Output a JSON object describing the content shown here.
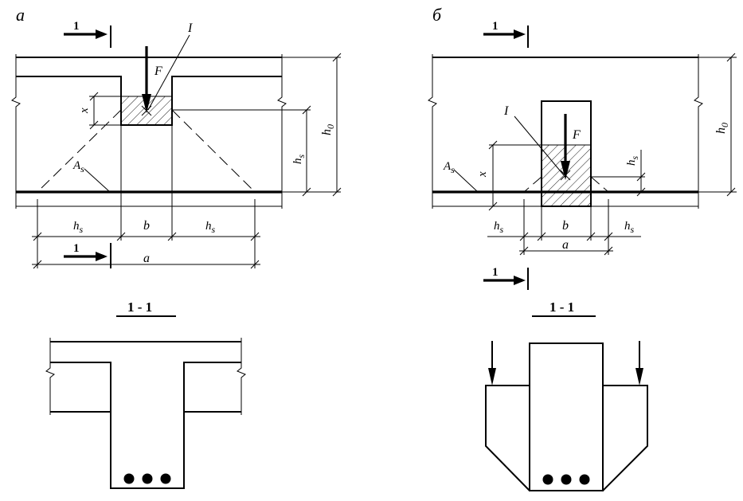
{
  "panels": {
    "a": {
      "letter": "a",
      "section_mark": "1",
      "section_title": "1 - 1",
      "point_label": "I",
      "force": "F",
      "dims": {
        "x": "x",
        "h0_main": "h",
        "h0_sub": "0",
        "hs_main": "h",
        "hs_sub": "s",
        "As_main": "A",
        "As_sub": "s",
        "b": "b",
        "a": "a"
      }
    },
    "b": {
      "letter": "б",
      "section_mark": "1",
      "section_title": "1 - 1",
      "point_label": "I",
      "force": "F",
      "dims": {
        "x": "x",
        "h0_main": "h",
        "h0_sub": "0",
        "hs_main": "h",
        "hs_sub": "s",
        "As_main": "A",
        "As_sub": "s",
        "b": "b",
        "a": "a"
      }
    }
  }
}
